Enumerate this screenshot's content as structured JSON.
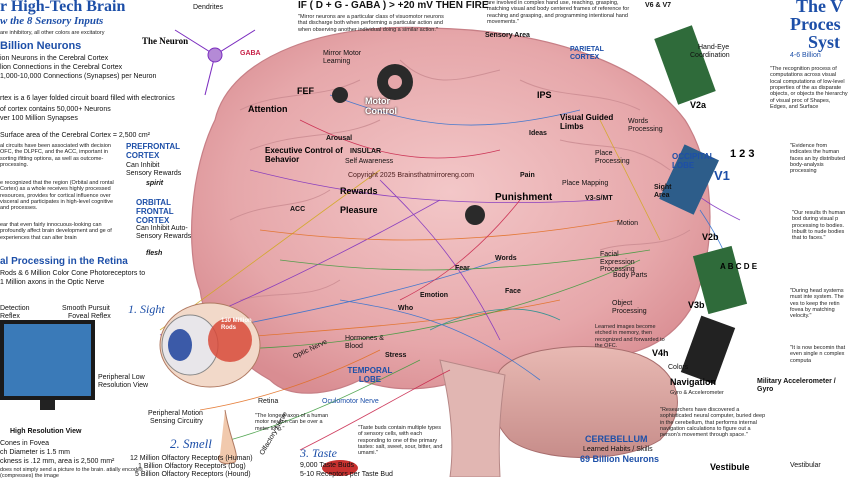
{
  "header": {
    "title_left": "r High-Tech Brain",
    "subtitle_left": "w the 8 Sensory Inputs",
    "title_right_1": "The V",
    "title_right_2": "Proces",
    "title_right_3": "Syst"
  },
  "left": {
    "inhibitory_note": "are inhibitory, all other colors are excitatory",
    "billion_neurons": "Billion Neurons",
    "neurons_cerebral": "ion Neurons in the Cerebral Cortex",
    "connections_cerebral": "lion Connections in the Cerebral Cortex",
    "connections_per_neuron": "1,000-10,000 Connections (Synapses) per Neuron",
    "cortex_layer": "rtex is a 6 layer folded circuit board filled with electronics",
    "cortex_neurons": "of cortex contains 50,000+ Neurons",
    "synapses": "ver 100 Million Synapses",
    "surface_area": "Surface area of the Cerebral Cortex = 2,500 cm²",
    "circuits": "al circuits have been associated with decision OFC, the DLPFC, and the ACC, important in sorting ifitting options, as well as outcome-processing.",
    "recognized": "e recognized that the region (Orbital and rontal Cortex) as a whole receives highly processed resources, provides for cortical influence over visceral and participates in high-level cognitive and processes.",
    "fear": "ear that even fairly innocuous-looking can profoundly affect brain development and ge of experiences that can alter brain",
    "retina_title": "al Processing in the Retina",
    "rods": "Rods & 6 Million Color Cone Photoreceptors to",
    "optic": "1 Million axons in the Optic Nerve",
    "detection": "Detection",
    "reflex": "Reflex",
    "smooth_pursuit": "Smooth Pursuit",
    "foveal_reflex": "Foveal Reflex",
    "peripheral_low": "Peripheral Low",
    "resolution_view": "Resolution View",
    "high_res": "High Resolution View",
    "cones": "Cones in Fovea",
    "diameter": "ch Diameter is 1.5 mm",
    "size": "ckness is .12 mm, area is 2,500 mm²",
    "not_picture": "does not simply send a picture to the brain. atially encodes (compresses) the image"
  },
  "sense": {
    "sight": "1. Sight",
    "smell": "2. Smell",
    "taste": "3. Taste",
    "rods_130": "130 Million Rods",
    "retina": "Retina",
    "peripheral_motion": "Peripheral Motion",
    "sensing": "Sensing Circuitry",
    "olfactory_1": "12 Million Olfactory Receptors (Human)",
    "olfactory_2": "1 Billion Olfactory Receptors (Dog)",
    "olfactory_3": "5 Billion Olfactory Receptors (Hound)",
    "taste_buds": "9,000 Taste Buds",
    "taste_receptors": "5-10 Receptors per Taste Bud",
    "longest_axon": "\"The longest axon of a human motor neuron can be over a meter long.\"",
    "taste_quote": "\"Taste buds contain multiple types of sensory cells, with each responding to one of the primary tastes: salt, sweet, sour, bitter, and umami.\""
  },
  "brain": {
    "neuron": "The Neuron",
    "dendrites": "Dendrites",
    "gaba": "GABA",
    "formula": "IF ( D + G - GABA ) > +20 mV THEN FIRE",
    "mirror_quote": "\"Mirror neurons are a particular class of visuomotor neurons that discharge both when performing a particular action and when observing another individual doing a similar action.\"",
    "involved": "are involved in complex hand use, reaching, grasping, matching visual and body centered frames of reference for reaching and grasping, and programming intentional hand movements.\"",
    "sensory_area": "Sensory Area",
    "parietal": "PARIETAL CORTEX",
    "v6v7": "V6 & V7",
    "hand_eye": "Hand-Eye",
    "coordination": "Coordination",
    "attention": "Attention",
    "fef": "FEF",
    "motor_control": "Motor Control",
    "mirror_learning": "Mirror Motor Learning",
    "ips": "IPS",
    "visual_guided": "Visual Guided Limbs",
    "ideas": "Ideas",
    "prefrontal": "PREFRONTAL CORTEX",
    "can_inhibit": "Can Inhibit Sensory Rewards",
    "spirit": "spirit",
    "orbital": "ORBITAL FRONTAL CORTEX",
    "can_inhibit_2": "Can Inhibit Auto-Sensory Rewards",
    "flesh": "flesh",
    "executive": "Executive Control of Behavior",
    "arousal": "Arousal",
    "insular": "INSULAR",
    "self_awareness": "Self Awareness",
    "acc": "ACC",
    "rewards": "Rewards",
    "pleasure": "Pleasure",
    "punishment": "Punishment",
    "pain": "Pain",
    "copyright": "Copyright 2025 Brainsthatmirroreng.com",
    "fear": "Fear",
    "emotion": "Emotion",
    "face": "Face",
    "words": "Words",
    "who": "Who",
    "hormones": "Hormones & Blood",
    "stress": "Stress",
    "optic_nerve": "Optic Nerve",
    "temporal": "TEMPORAL LOBE",
    "cerebellum": "CEREBELLUM",
    "learned_habits": "Learned Habits / Skills",
    "cerebellum_neurons": "69 Billion Neurons",
    "oculomotor": "Oculomotor Nerve",
    "olfactory_nerve": "Olfactory Nerve",
    "v3smt": "V3-S/MT",
    "motion": "Motion",
    "place_mapping": "Place Mapping",
    "place_processing": "Place Processing",
    "face_expression": "Facial Expression Processing",
    "body_parts": "Body Parts",
    "object_processing": "Object Processing",
    "learned_images": "Learned images become etched in memory, then recognized and forwarded to the OFC.",
    "colors": "Colors",
    "navigation": "Navigation",
    "gyro": "Gyro & Accelerometer"
  },
  "visual": {
    "occipital": "OCCIPITAL LOBE",
    "v1": "V1",
    "v2a": "V2a",
    "v2b": "V2b",
    "v3b": "V3b",
    "v4h": "V4h",
    "sight_area": "Sight Area",
    "words_proc": "Words Processing",
    "billion": "4-6 Billion",
    "recognition": "\"The recognition process of computations across visual local computations of low-level properties of the as disparate objects, or objects the hierarchy of visual proc of Shapes, Edges, and Surface",
    "evidence": "\"Evidence from indicates the human faces an by distributed body-analysis processing",
    "our_results": "\"Our results th human bod during visual p processing to bodies. Inbuilt to nude bodies that to faces.\"",
    "during_head": "\"During head systems must inte system. The ves to keep the retin fovea by matching velocity.\"",
    "not_becoming": "\"It is now becomin that even single n complex computa",
    "researchers": "\"Researchers have discovered a sophisticated neural computer, buried deep in the cerebellum, that performs internal navigation calculations to figure out a person's movement through space.\"",
    "military": "Military Accelerometer / Gyro",
    "vestibule": "Vestibule",
    "vestibular": "Vestibular",
    "digits": "1 2 3",
    "abc": "A B C D E"
  }
}
